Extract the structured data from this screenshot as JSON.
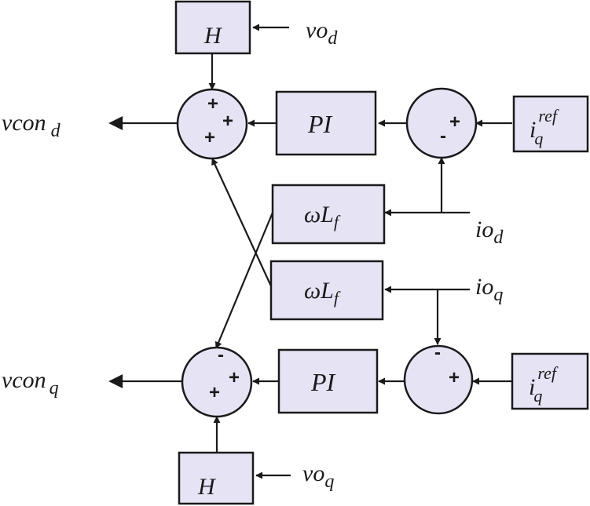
{
  "blocks": {
    "h_top": "H",
    "pi_top": "PI",
    "iqref_top": {
      "base": "i",
      "sub": "q",
      "sup": "ref"
    },
    "wlf_top": {
      "base": "ωL",
      "sub": "f"
    },
    "wlf_bottom": {
      "base": "ωL",
      "sub": "f"
    },
    "pi_bottom": "PI",
    "iqref_bottom": {
      "base": "i",
      "sub": "q",
      "sup": "ref"
    },
    "h_bottom": "H"
  },
  "signals": {
    "vo_d": {
      "base": "vo",
      "sub": "d"
    },
    "vo_q": {
      "base": "vo",
      "sub": "q"
    },
    "vcon_d": {
      "base": "vcon",
      "sub": "d"
    },
    "vcon_q": {
      "base": "vcon",
      "sub": "q"
    },
    "io_d": {
      "base": "io",
      "sub": "d"
    },
    "io_q": {
      "base": "io",
      "sub": "q"
    }
  },
  "signs": {
    "sum_d": [
      "+",
      "+",
      "+"
    ],
    "err_d": [
      "+",
      "-"
    ],
    "sum_q": [
      "-",
      "+",
      "+"
    ],
    "err_q": [
      "-",
      "+"
    ]
  },
  "colors": {
    "block_fill": "#e6e3f5",
    "stroke": "#1a1a1a"
  }
}
